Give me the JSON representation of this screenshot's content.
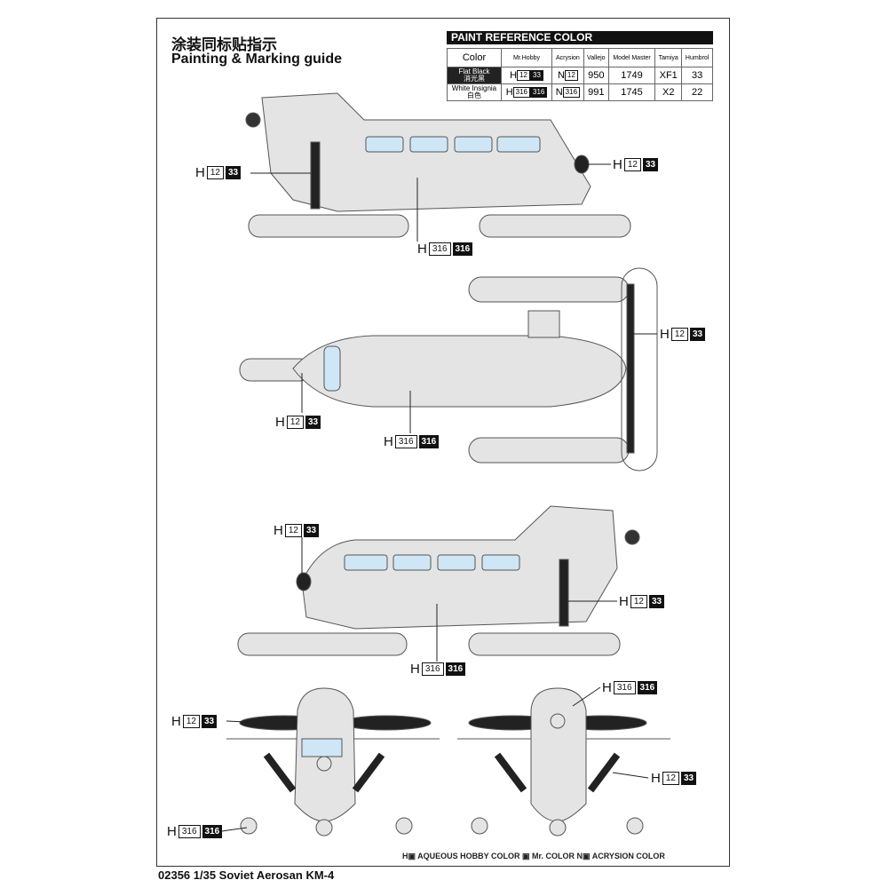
{
  "title_cn": "涂装同标贴指示",
  "title_en": "Painting & Marking guide",
  "table": {
    "heading": "PAINT  REFERENCE COLOR",
    "headers": [
      "Color",
      "Mr.Hobby",
      "Acrysion",
      "Vallejo",
      "Model Master",
      "Tamiya",
      "Humbrol"
    ],
    "rows": [
      {
        "color": "Flat Black",
        "color_cn": "消光黑",
        "h": "H",
        "h1": "12",
        "h2": "33",
        "n": "N",
        "n1": "12",
        "vallejo": "950",
        "mm": "1749",
        "tamiya": "XF1",
        "humbrol": "33"
      },
      {
        "color": "White Insignia",
        "color_cn": "白色",
        "h": "H",
        "h1": "316",
        "h2": "316",
        "n": "N",
        "n1": "316",
        "vallejo": "991",
        "mm": "1745",
        "tamiya": "X2",
        "humbrol": "22"
      }
    ]
  },
  "callouts": [
    {
      "p": "H",
      "a": "12",
      "b": "33"
    },
    {
      "p": "H",
      "a": "12",
      "b": "33"
    },
    {
      "p": "H",
      "a": "316",
      "b": "316"
    },
    {
      "p": "H",
      "a": "12",
      "b": "33"
    },
    {
      "p": "H",
      "a": "12",
      "b": "33"
    },
    {
      "p": "H",
      "a": "316",
      "b": "316"
    },
    {
      "p": "H",
      "a": "12",
      "b": "33"
    },
    {
      "p": "H",
      "a": "12",
      "b": "33"
    },
    {
      "p": "H",
      "a": "316",
      "b": "316"
    },
    {
      "p": "H",
      "a": "12",
      "b": "33"
    },
    {
      "p": "H",
      "a": "316",
      "b": "316"
    },
    {
      "p": "H",
      "a": "12",
      "b": "33"
    },
    {
      "p": "H",
      "a": "316",
      "b": "316"
    }
  ],
  "legend": "H▣ AQUEOUS HOBBY COLOR   ▣ Mr. COLOR   N▣ ACRYSION COLOR",
  "footer": "02356 1/35  Soviet Aerosan KM-4",
  "colors": {
    "body": "#e4e4e4",
    "window": "#cfe6f7",
    "black": "#111111"
  }
}
